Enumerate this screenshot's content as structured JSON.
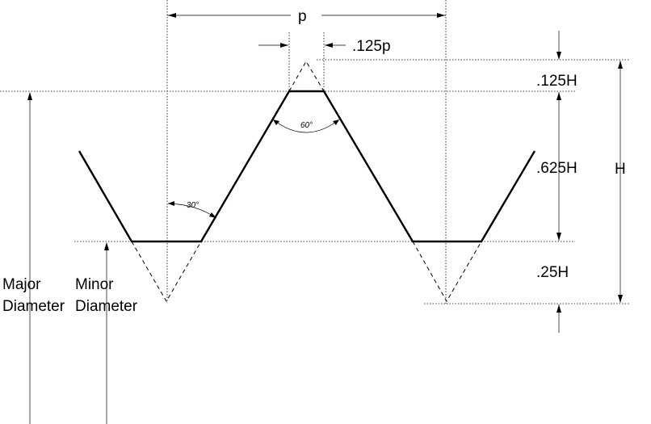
{
  "labels": {
    "pitch": "p",
    "crest_width": ".125p",
    "h_top": ".125H",
    "h_mid": ".625H",
    "h_bottom": ".25H",
    "h_total": "H",
    "angle_60": "60°",
    "angle_30": "30°",
    "major_line1": "Major",
    "major_line2": "Diameter",
    "minor_line1": "Minor",
    "minor_line2": "Diameter"
  }
}
